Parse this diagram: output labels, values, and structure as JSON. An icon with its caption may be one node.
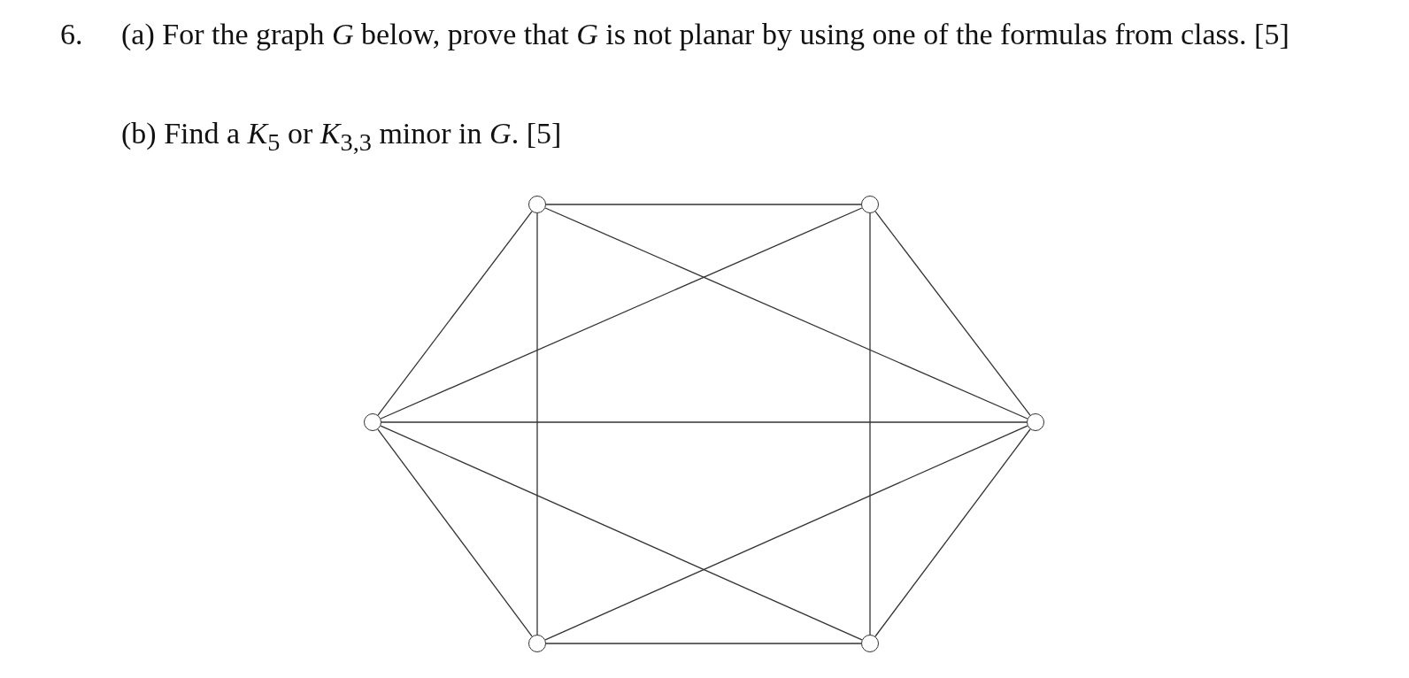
{
  "diagram": {
    "nodes": [
      {
        "text": [],
        "shape": "circle"
      },
      {
        "text": [],
        "shape": "circle"
      },
      {
        "text": [],
        "shape": "circle"
      },
      {
        "text": [],
        "shape": "circle"
      },
      {
        "text": [],
        "shape": "circle"
      },
      {
        "text": [],
        "shape": "circle"
      }
    ],
    "edges": [
      {
        "from": 0,
        "to": 1,
        "arrow": "none"
      },
      {
        "from": 0,
        "to": 2,
        "arrow": "none"
      },
      {
        "from": 0,
        "to": 4,
        "arrow": "none"
      },
      {
        "from": 0,
        "to": 3,
        "arrow": "none"
      },
      {
        "from": 1,
        "to": 2,
        "arrow": "none"
      },
      {
        "from": 1,
        "to": 5,
        "arrow": "none"
      },
      {
        "from": 1,
        "to": 3,
        "arrow": "none"
      },
      {
        "from": 2,
        "to": 3,
        "arrow": "none"
      },
      {
        "from": 2,
        "to": 4,
        "arrow": "none"
      },
      {
        "from": 2,
        "to": 5,
        "arrow": "none"
      },
      {
        "from": 3,
        "to": 4,
        "arrow": "none"
      },
      {
        "from": 3,
        "to": 5,
        "arrow": "none"
      },
      {
        "from": 4,
        "to": 5,
        "arrow": "none"
      }
    ],
    "labels": [
      "6.",
      "(a) For the graph *G* below, prove that *G* is not planar by using one of the formulas from class. [5]",
      "(b) Find a *K*$_{5}$ or *K*$_{3,3}$ minor in *G*. [5]"
    ]
  }
}
